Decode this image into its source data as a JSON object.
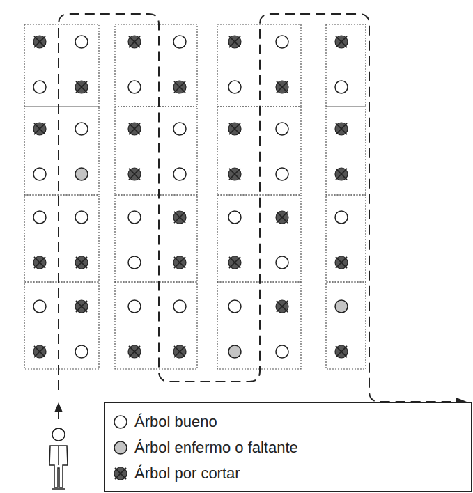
{
  "diagram": {
    "legend": [
      {
        "text": "Árbol bueno",
        "color": "#ffffff"
      },
      {
        "text": "Árbol enfermo o faltante",
        "color": "#c4c4c4"
      },
      {
        "text": "Árbol por cortar"
      }
    ]
  }
}
